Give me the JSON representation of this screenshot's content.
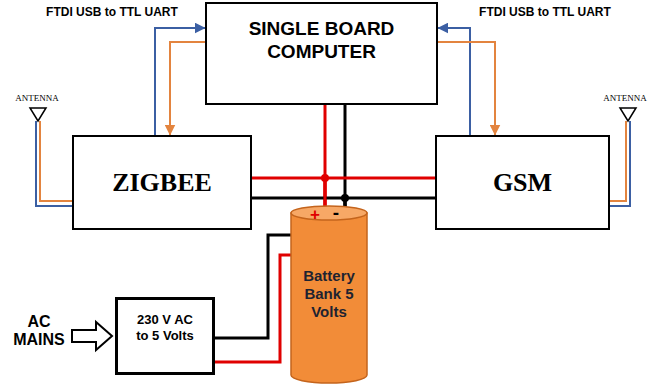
{
  "diagram": {
    "nodes": [
      {
        "text": [
          "SINGLE BOARD COMPUTER"
        ]
      },
      {
        "text": [
          "ZIGBEE"
        ]
      },
      {
        "text": [
          "GSM"
        ]
      },
      {
        "text": [
          "Battery Bank 5 Volts"
        ]
      },
      {
        "text": [
          "230 V AC to 5 Volts"
        ]
      }
    ],
    "edges": [
      {
        "from": 1,
        "to": 0,
        "arrow": "to"
      },
      {
        "from": 0,
        "to": 1,
        "arrow": "to"
      },
      {
        "from": 2,
        "to": 0,
        "arrow": "to"
      },
      {
        "from": 0,
        "to": 2,
        "arrow": "to"
      },
      {
        "from": 3,
        "to": 0,
        "arrow": "none"
      },
      {
        "from": 3,
        "to": 1,
        "arrow": "none"
      },
      {
        "from": 3,
        "to": 2,
        "arrow": "none"
      },
      {
        "from": 4,
        "to": 3,
        "arrow": "none"
      }
    ],
    "labels": [
      "FTDI USB to TTL UART",
      "FTDI USB to TTL UART",
      "ANTENNA",
      "ANTENNA",
      "AC MAINS",
      "+",
      "-"
    ]
  }
}
